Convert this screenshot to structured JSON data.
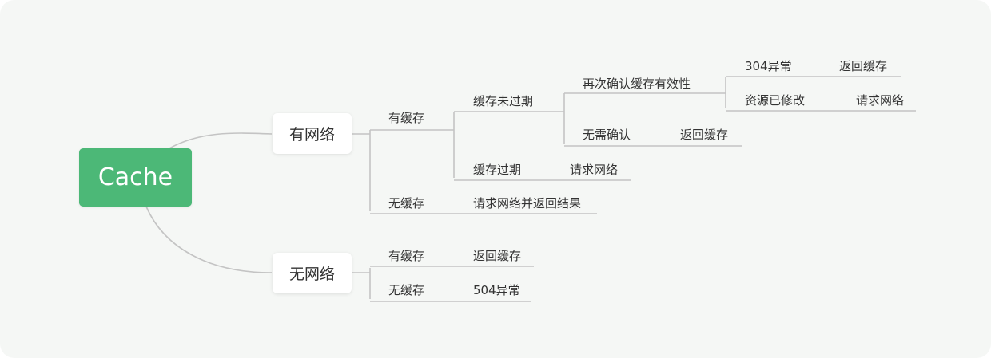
{
  "root": {
    "label": "Cache"
  },
  "has_network": {
    "label": "有网络",
    "has_cache": {
      "label": "有缓存",
      "not_expired": {
        "label": "缓存未过期",
        "reconfirm": {
          "label": "再次确认缓存有效性",
          "err304": {
            "label": "304异常",
            "result": "返回缓存"
          },
          "modified": {
            "label": "资源已修改",
            "result": "请求网络"
          }
        },
        "no_confirm": {
          "label": "无需确认",
          "result": "返回缓存"
        }
      },
      "expired": {
        "label": "缓存过期",
        "result": "请求网络"
      }
    },
    "no_cache": {
      "label": "无缓存",
      "result": "请求网络并返回结果"
    }
  },
  "no_network": {
    "label": "无网络",
    "has_cache": {
      "label": "有缓存",
      "result": "返回缓存"
    },
    "no_cache": {
      "label": "无缓存",
      "result": "504异常"
    }
  },
  "colors": {
    "root_fill": "#4cb877",
    "background": "#f5f7f5",
    "connector": "#c4c4c4"
  }
}
